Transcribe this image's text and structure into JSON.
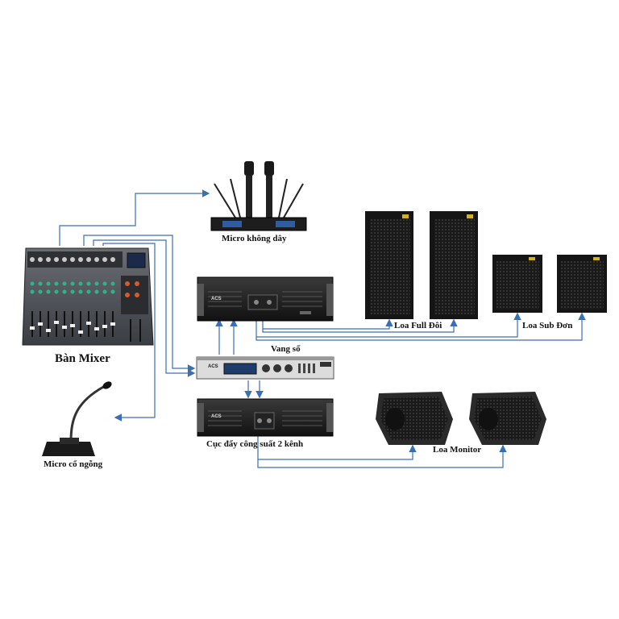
{
  "labels": {
    "mixer": "Bàn Mixer",
    "wireless_mic": "Micro không dây",
    "gooseneck_mic": "Micro cổ ngỗng",
    "processor": "Vang số",
    "power_amp": "Cục đẩy công suất 2 kênh",
    "full_speakers": "Loa Full Đôi",
    "sub_speakers": "Loa Sub Đơn",
    "monitor_speakers": "Loa Monitor"
  },
  "device_badges": {
    "brand": "ACS"
  },
  "colors": {
    "connection_line": "#3a6fb5",
    "device_body": "#1c1c1c",
    "device_panel": "#2d2d2d",
    "mixer_panel": "#4a4d52",
    "speaker_grille": "#262626",
    "monitor_body": "#2a2a2a"
  }
}
